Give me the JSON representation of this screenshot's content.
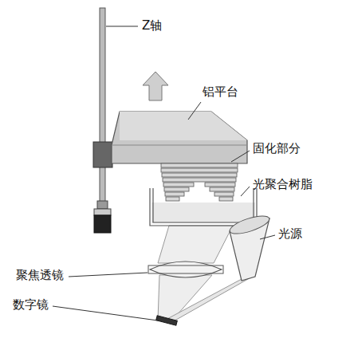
{
  "diagram": {
    "labels": [
      "Z轴",
      "铝平台",
      "固化部分",
      "光聚合树脂",
      "光源",
      "聚焦透镜",
      "数字镜"
    ]
  }
}
